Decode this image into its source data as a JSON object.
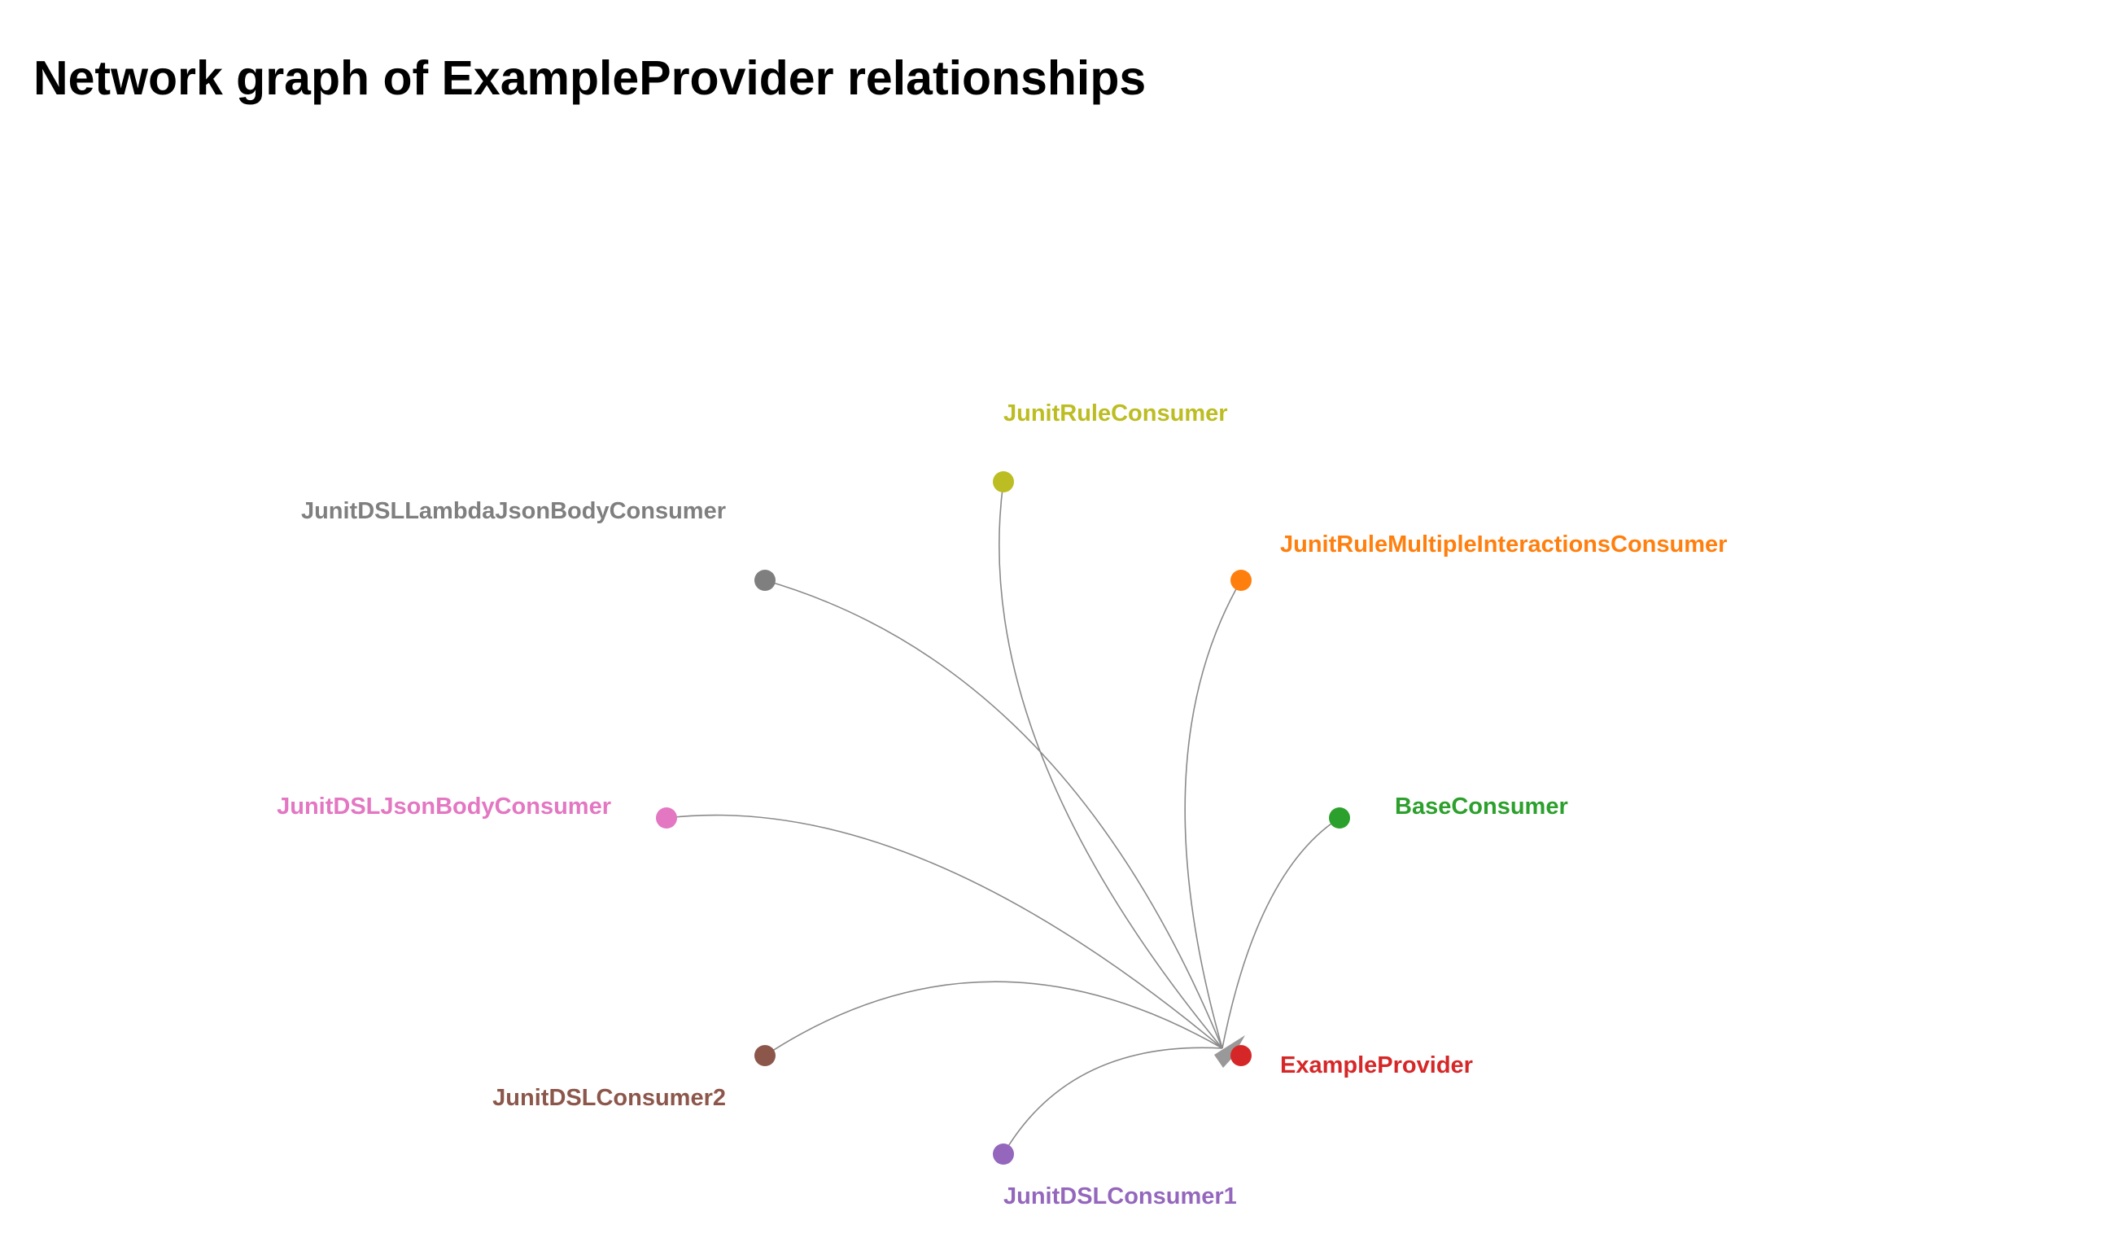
{
  "title": "Network graph of ExampleProvider relationships",
  "edge_color": "#8a8a8a",
  "arrow_color": "#999999",
  "target": "ExampleProvider",
  "nodes": [
    {
      "id": "ExampleProvider",
      "label": "ExampleProvider",
      "color": "#d62728"
    },
    {
      "id": "BaseConsumer",
      "label": "BaseConsumer",
      "color": "#2ca02c"
    },
    {
      "id": "JunitRuleMultipleInteractionsConsumer",
      "label": "JunitRuleMultipleInteractionsConsumer",
      "color": "#ff7f0e"
    },
    {
      "id": "JunitRuleConsumer",
      "label": "JunitRuleConsumer",
      "color": "#bcbd22"
    },
    {
      "id": "JunitDSLLambdaJsonBodyConsumer",
      "label": "JunitDSLLambdaJsonBodyConsumer",
      "color": "#7f7f7f"
    },
    {
      "id": "JunitDSLJsonBodyConsumer",
      "label": "JunitDSLJsonBodyConsumer",
      "color": "#e377c2"
    },
    {
      "id": "JunitDSLConsumer2",
      "label": "JunitDSLConsumer2",
      "color": "#8c564b"
    },
    {
      "id": "JunitDSLConsumer1",
      "label": "JunitDSLConsumer1",
      "color": "#9467bd"
    }
  ],
  "edges": [
    {
      "source": "BaseConsumer",
      "target": "ExampleProvider"
    },
    {
      "source": "JunitRuleMultipleInteractionsConsumer",
      "target": "ExampleProvider"
    },
    {
      "source": "JunitRuleConsumer",
      "target": "ExampleProvider"
    },
    {
      "source": "JunitDSLLambdaJsonBodyConsumer",
      "target": "ExampleProvider"
    },
    {
      "source": "JunitDSLJsonBodyConsumer",
      "target": "ExampleProvider"
    },
    {
      "source": "JunitDSLConsumer2",
      "target": "ExampleProvider"
    },
    {
      "source": "JunitDSLConsumer1",
      "target": "ExampleProvider"
    }
  ]
}
